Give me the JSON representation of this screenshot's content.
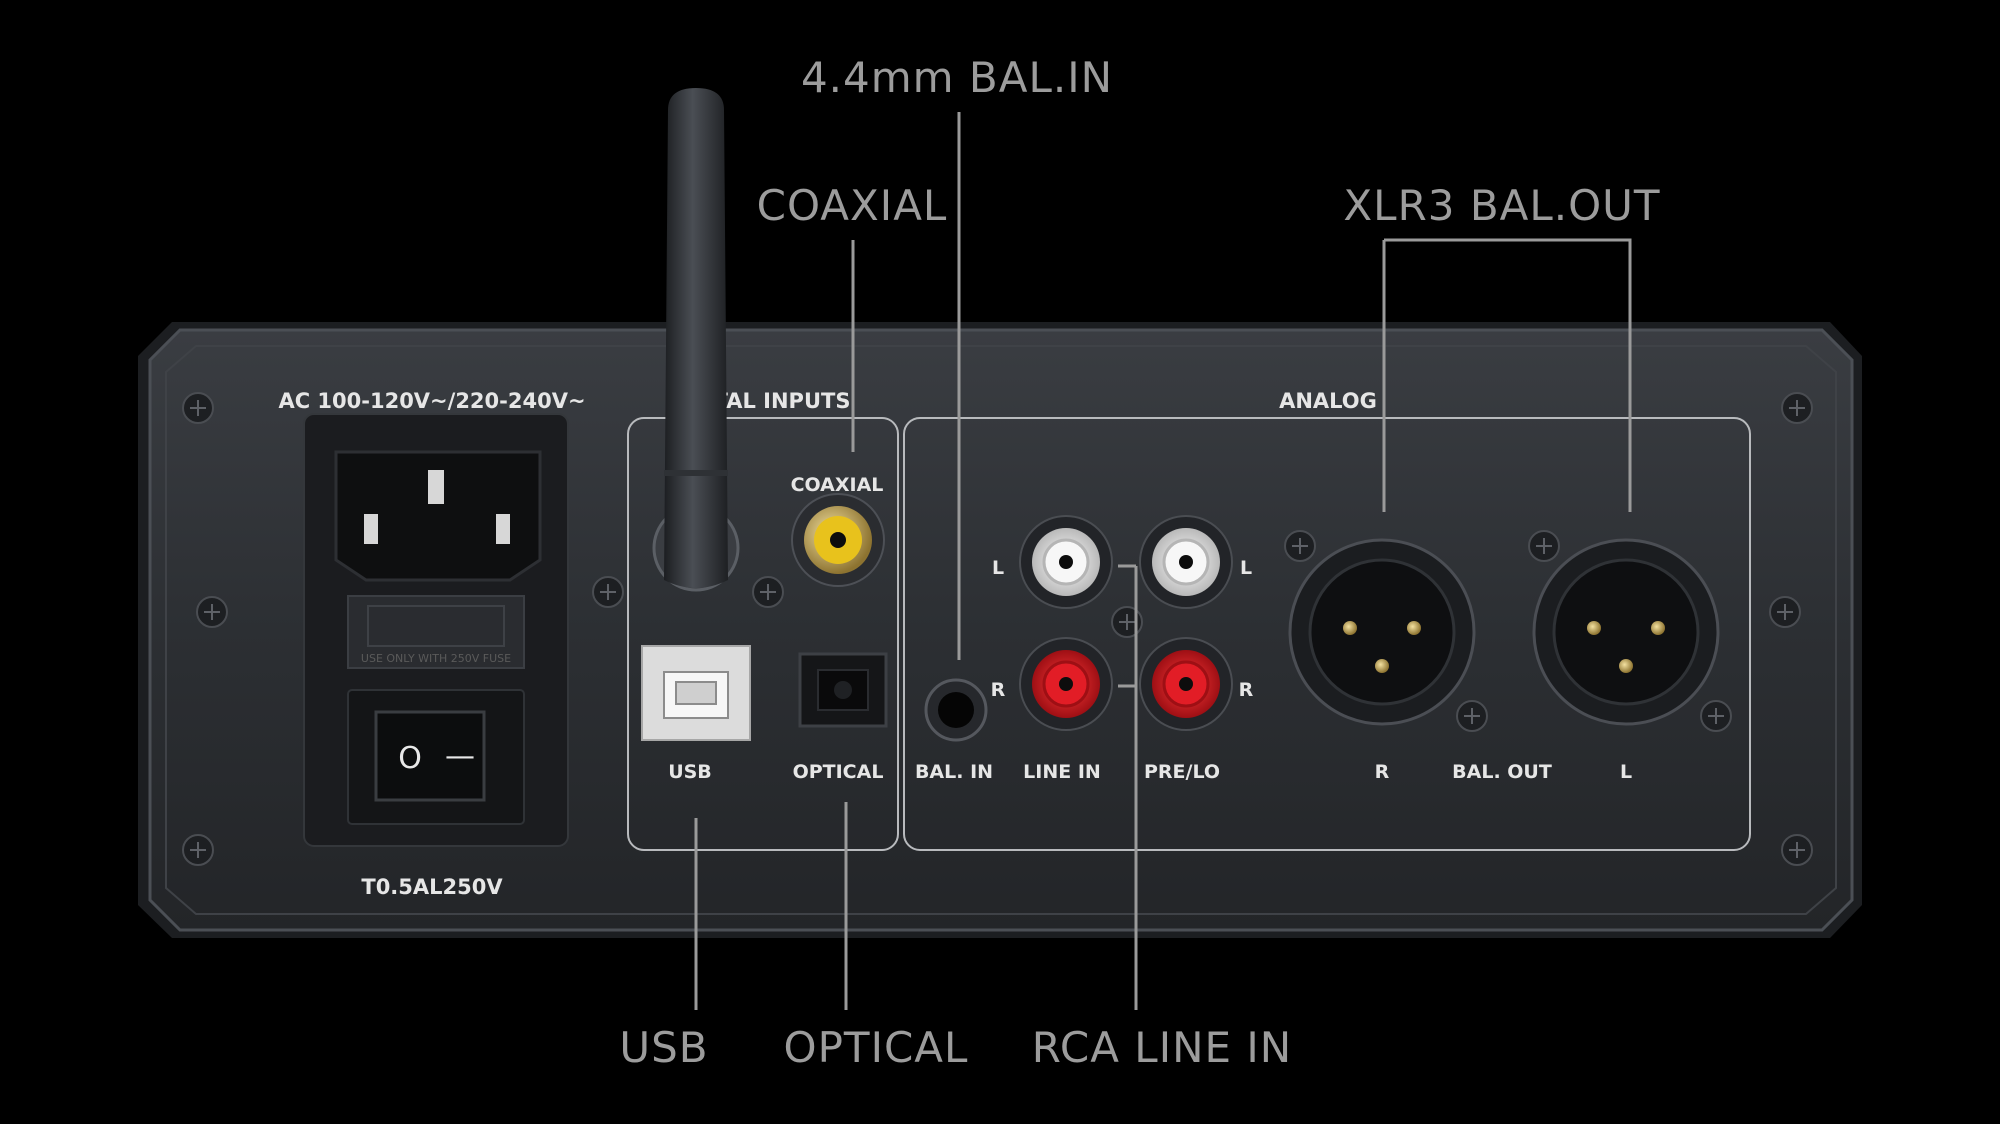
{
  "callouts": {
    "bal_in": "4.4mm BAL.IN",
    "coaxial": "COAXIAL",
    "xlr": "XLR3 BAL.OUT",
    "usb": "USB",
    "optical": "OPTICAL",
    "rca": "RCA LINE IN"
  },
  "panel": {
    "power_label": "AC 100-120V~/220-240V~",
    "fuse_label": "T0.5AL250V",
    "fuse_warning": "USE ONLY WITH 250V FUSE",
    "switch_on": "O",
    "switch_off": "—",
    "digital_header": "TAL INPUTS",
    "analog_header": "ANALOG",
    "coaxial": "COAXIAL",
    "usb": "USB",
    "optical": "OPTICAL",
    "bal_in": "BAL. IN",
    "line_in": "LINE IN",
    "pre_lo": "PRE/LO",
    "xlr_r": "R",
    "bal_out": "BAL. OUT",
    "xlr_l": "L",
    "ch_l": "L",
    "ch_r": "R"
  },
  "colors": {
    "background": "#000000",
    "chassis": "#2b2e33",
    "label": "#e6e6e6",
    "callout": "#9c9c9c",
    "rca_red": "#d01a22",
    "rca_white": "#f2f2f2",
    "coax_yellow": "#e8c21c",
    "gold": "#c9a752"
  }
}
